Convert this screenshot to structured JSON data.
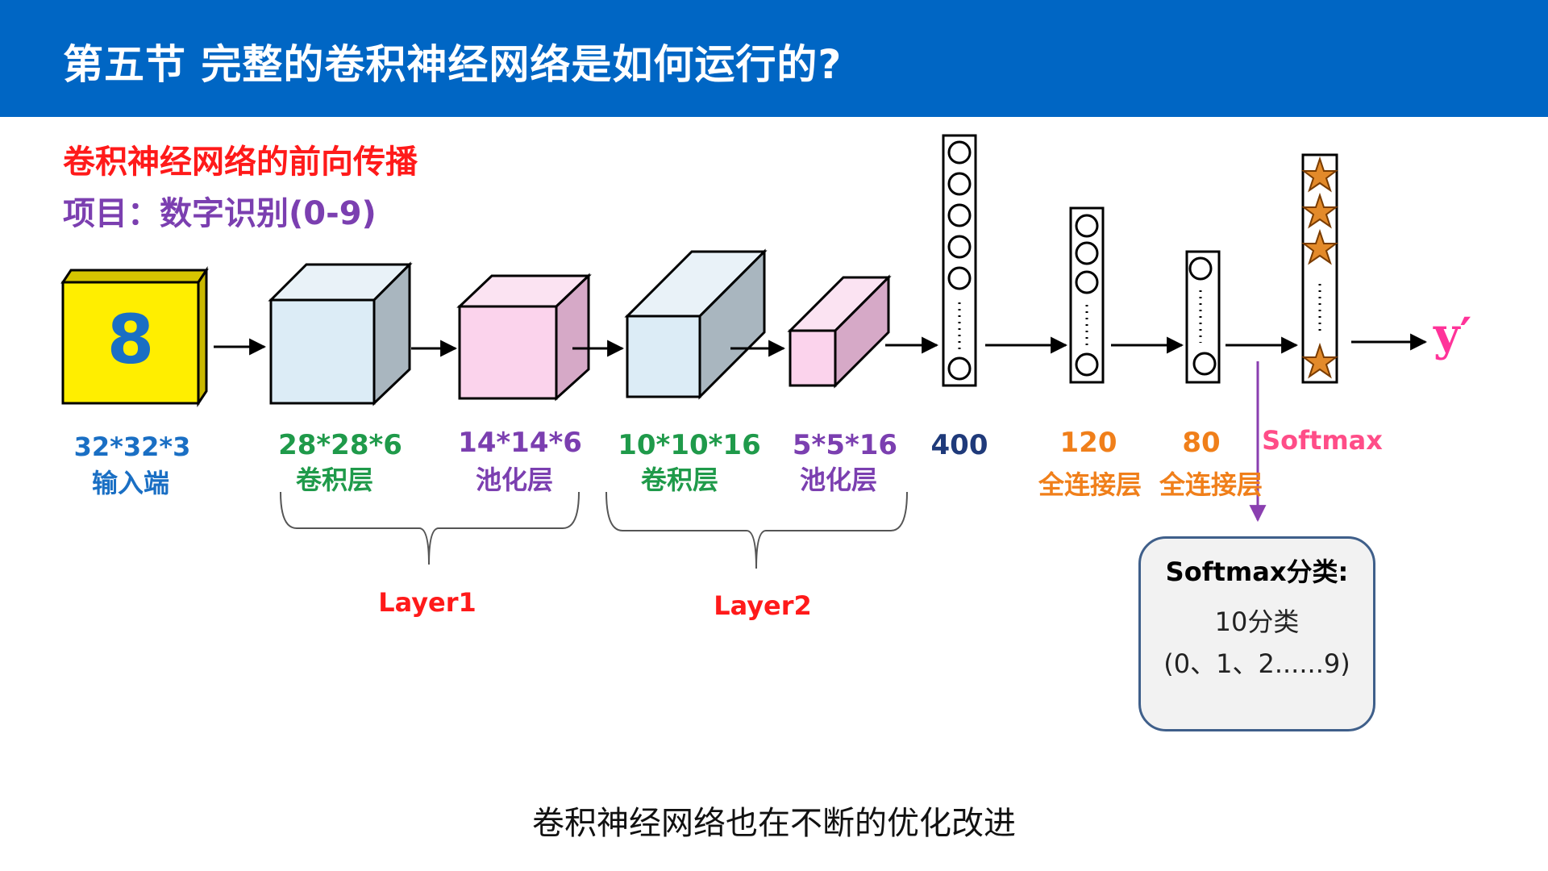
{
  "header": {
    "title": "第五节 完整的卷积神经网络是如何运行的?"
  },
  "subtitles": {
    "red": "卷积神经网络的前向传播",
    "purple": "项目：数字识别(0-9)"
  },
  "input_digit": "8",
  "stages": {
    "input": {
      "dims": "32*32*3",
      "name": "输入端"
    },
    "conv1": {
      "dims": "28*28*6",
      "name": "卷积层"
    },
    "pool1": {
      "dims": "14*14*6",
      "name": "池化层"
    },
    "conv2": {
      "dims": "10*10*16",
      "name": "卷积层"
    },
    "pool2": {
      "dims": "5*5*16",
      "name": "池化层"
    },
    "flat": {
      "dims": "400"
    },
    "fc1": {
      "dims": "120",
      "name": "全连接层"
    },
    "fc2": {
      "dims": "80",
      "name": "全连接层"
    },
    "softmax": {
      "dims": "Softmax"
    }
  },
  "output_label": "y′",
  "layer_groups": {
    "layer1": "Layer1",
    "layer2": "Layer2"
  },
  "softmax_box": {
    "title": "Softmax分类:",
    "line1": "10分类",
    "line2": "(0、1、2......9)"
  },
  "caption": "卷积神经网络也在不断的优化改进",
  "colors": {
    "header_bg": "#0066c4",
    "red": "#ff1a1a",
    "purple": "#7b3fb0",
    "blue": "#1a6fc4",
    "green": "#1f9a4a",
    "navy": "#1f3a7a",
    "orange": "#f07f1a",
    "pink": "#ff4d88",
    "input_fill": "#ffee00",
    "conv_fill": "#dcecf6",
    "pool_fill": "#fbd3ec"
  }
}
